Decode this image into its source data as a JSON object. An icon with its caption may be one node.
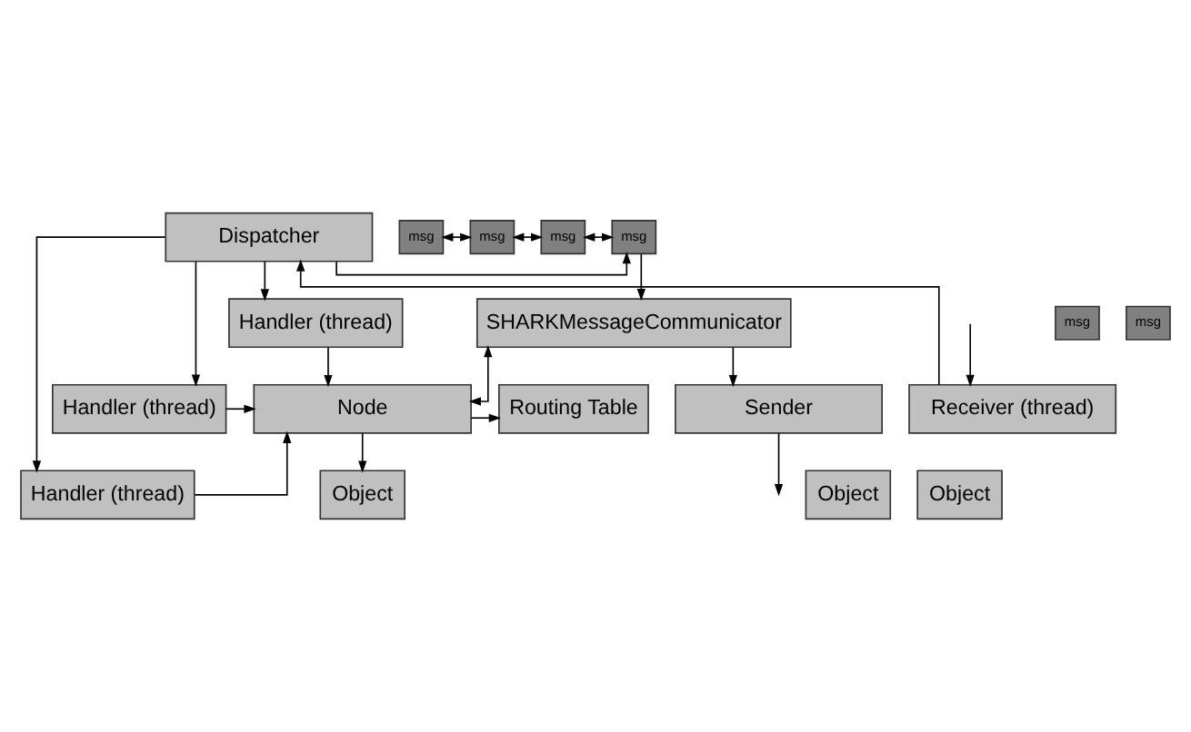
{
  "diagram": {
    "nodes": [
      {
        "text": [
          "Routing Table"
        ]
      },
      {
        "text": [
          "Object"
        ]
      },
      {
        "text": [
          "Object"
        ]
      },
      {
        "text": [
          "Object"
        ]
      },
      {
        "text": [
          "Node"
        ]
      },
      {
        "text": [
          "Handler (thread)"
        ]
      },
      {
        "text": [
          "Handler (thread)"
        ]
      },
      {
        "text": [
          "Handler (thread)"
        ]
      },
      {
        "text": [
          "msg"
        ]
      },
      {
        "text": [
          "msg"
        ]
      },
      {
        "text": [
          "SHARKMessageCommunicator"
        ]
      },
      {
        "text": [
          "msg"
        ]
      },
      {
        "text": [
          "msg"
        ]
      },
      {
        "text": [
          "msg"
        ]
      },
      {
        "text": [
          "msg"
        ]
      },
      {
        "text": [
          "Dispatcher"
        ]
      },
      {
        "text": [
          "Sender"
        ]
      },
      {
        "text": [
          "Receiver (thread)"
        ]
      }
    ],
    "edges": [
      {
        "from": 4,
        "to": 0,
        "arrow": "to"
      },
      {
        "from": 4,
        "to": 3,
        "arrow": "to"
      },
      {
        "from": 5,
        "to": 4,
        "arrow": "to"
      },
      {
        "from": 6,
        "to": 4,
        "arrow": "to"
      },
      {
        "from": 7,
        "to": 4,
        "arrow": "to"
      },
      {
        "from": 15,
        "to": 5,
        "arrow": "to"
      },
      {
        "from": 15,
        "to": 6,
        "arrow": "to"
      },
      {
        "from": 15,
        "to": 7,
        "arrow": "to"
      },
      {
        "from": 10,
        "to": 4,
        "arrow": "both"
      },
      {
        "from": 14,
        "to": 10,
        "arrow": "to"
      },
      {
        "from": 15,
        "to": 14,
        "arrow": "to"
      },
      {
        "from": 11,
        "to": 12,
        "arrow": "both"
      },
      {
        "from": 12,
        "to": 13,
        "arrow": "both"
      },
      {
        "from": 13,
        "to": 14,
        "arrow": "both"
      },
      {
        "from": 10,
        "to": 16,
        "arrow": "to"
      },
      {
        "from": 17,
        "to": 15,
        "arrow": "to"
      },
      {
        "from": 16,
        "to": null,
        "arrow": "to"
      },
      {
        "from": null,
        "to": 17,
        "arrow": "to"
      }
    ]
  }
}
